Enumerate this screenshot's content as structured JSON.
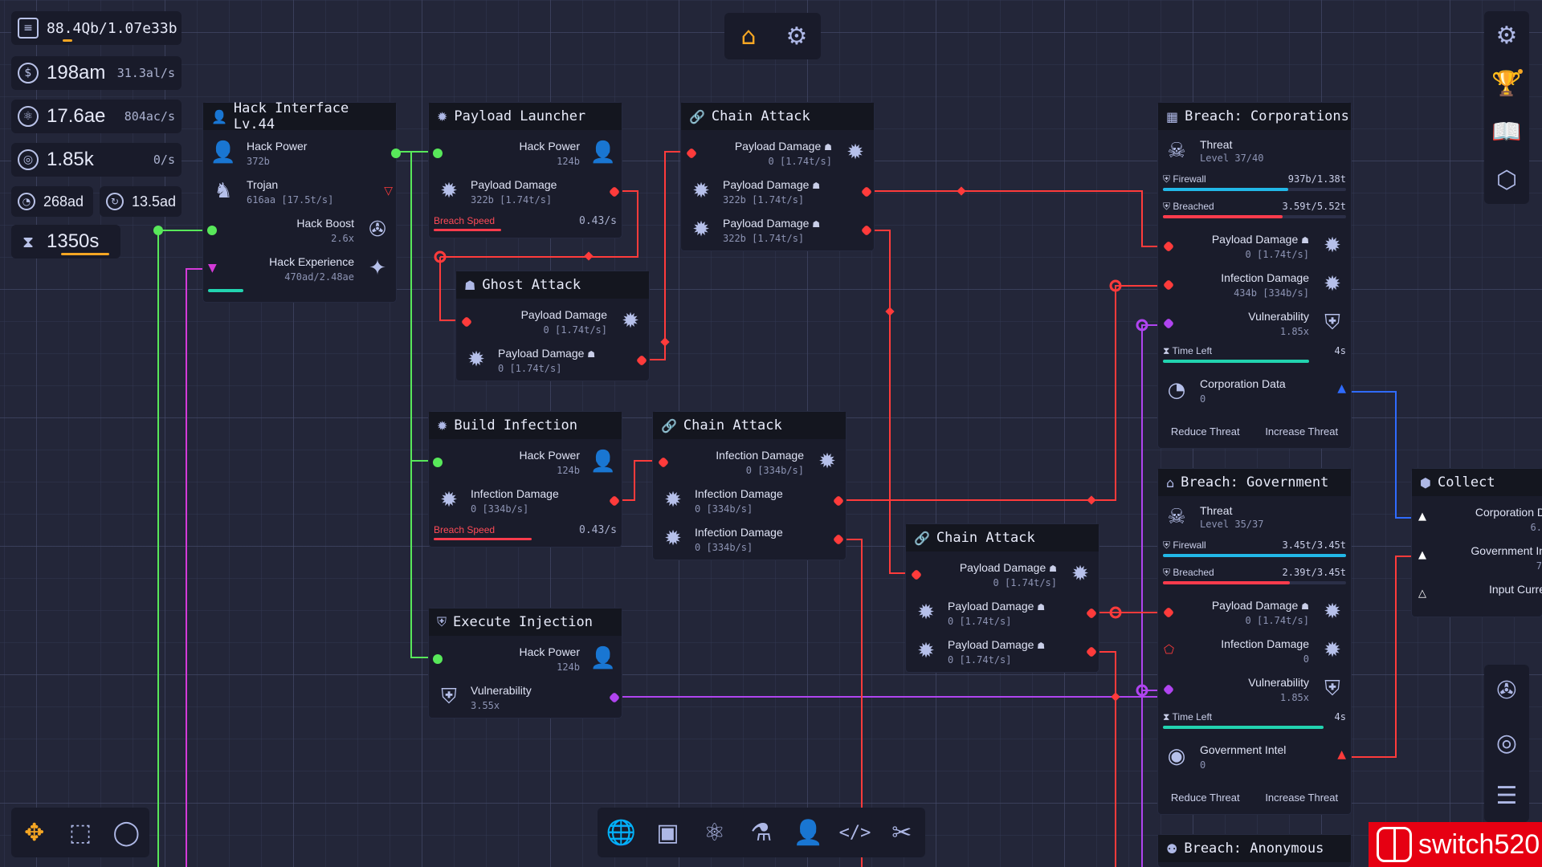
{
  "resources": {
    "data": {
      "value": "88.4Qb/1.07e33b",
      "icon": "database-icon",
      "progress_percent": 5
    },
    "money": {
      "value": "198am",
      "rate": "31.3al/s",
      "icon": "dollar-icon"
    },
    "cores": {
      "value": "17.6ae",
      "rate": "804ac/s",
      "icon": "atom-icon"
    },
    "targets": {
      "value": "1.85k",
      "rate": "0/s",
      "icon": "target-icon"
    },
    "small_a": {
      "value": "268ad",
      "icon": "pie-icon"
    },
    "small_b": {
      "value": "13.5ad",
      "icon": "cycle-icon"
    },
    "timer": {
      "value": "1350s",
      "icon": "hourglass-icon",
      "progress_percent": 75
    }
  },
  "nodes": {
    "hack_interface": {
      "title": "Hack Interface Lv.44",
      "rows": [
        {
          "label": "Hack Power",
          "sub": "372b"
        },
        {
          "label": "Trojan",
          "sub": "616aa [17.5t/s]"
        },
        {
          "label": "Hack Boost",
          "sub": "2.6x"
        },
        {
          "label": "Hack Experience",
          "sub": "470ad/2.48ae"
        }
      ],
      "xp_percent": 19
    },
    "payload_launcher": {
      "title": "Payload Launcher",
      "rows": [
        {
          "label": "Hack Power",
          "sub": "124b"
        },
        {
          "label": "Payload Damage",
          "sub": "322b [1.74t/s]"
        }
      ],
      "speed_label": "Breach Speed",
      "speed_value": "0.43/s",
      "speed_percent": 37
    },
    "chain_attack_1": {
      "title": "Chain Attack",
      "rows": [
        {
          "label": "Payload Damage",
          "sub": "0 [1.74t/s]"
        },
        {
          "label": "Payload Damage",
          "sub": "322b [1.74t/s]"
        },
        {
          "label": "Payload Damage",
          "sub": "322b [1.74t/s]"
        }
      ]
    },
    "ghost_attack": {
      "title": "Ghost Attack",
      "rows": [
        {
          "label": "Payload Damage",
          "sub": "0 [1.74t/s]"
        },
        {
          "label": "Payload Damage",
          "sub": "0 [1.74t/s]"
        }
      ]
    },
    "build_infection": {
      "title": "Build Infection",
      "rows": [
        {
          "label": "Hack Power",
          "sub": "124b"
        },
        {
          "label": "Infection Damage",
          "sub": "0 [334b/s]"
        }
      ],
      "speed_label": "Breach Speed",
      "speed_value": "0.43/s",
      "speed_percent": 54
    },
    "chain_attack_2": {
      "title": "Chain Attack",
      "rows": [
        {
          "label": "Infection Damage",
          "sub": "0 [334b/s]"
        },
        {
          "label": "Infection Damage",
          "sub": "0 [334b/s]"
        },
        {
          "label": "Infection Damage",
          "sub": "0 [334b/s]"
        }
      ]
    },
    "execute_injection": {
      "title": "Execute Injection",
      "rows": [
        {
          "label": "Hack Power",
          "sub": "124b"
        },
        {
          "label": "Vulnerability",
          "sub": "3.55x"
        }
      ]
    },
    "chain_attack_3": {
      "title": "Chain Attack",
      "rows": [
        {
          "label": "Payload Damage",
          "sub": "0 [1.74t/s]"
        },
        {
          "label": "Payload Damage",
          "sub": "0 [1.74t/s]"
        },
        {
          "label": "Payload Damage",
          "sub": "0 [1.74t/s]"
        }
      ]
    },
    "breach_corporations": {
      "title": "Breach: Corporations",
      "threat_label": "Threat",
      "threat_sub": "Level 37/40",
      "firewall_label": "Firewall",
      "firewall_value": "937b/1.38t",
      "firewall_percent": 68,
      "breached_label": "Breached",
      "breached_value": "3.59t/5.52t",
      "breached_percent": 65,
      "rows": [
        {
          "label": "Payload Damage",
          "sub": "0 [1.74t/s]"
        },
        {
          "label": "Infection Damage",
          "sub": "434b [334b/s]"
        },
        {
          "label": "Vulnerability",
          "sub": "1.85x"
        }
      ],
      "time_label": "Time Left",
      "time_value": "4s",
      "time_percent": 80,
      "output_label": "Corporation Data",
      "output_sub": "0",
      "reduce_label": "Reduce Threat",
      "increase_label": "Increase Threat"
    },
    "breach_government": {
      "title": "Breach: Government",
      "threat_label": "Threat",
      "threat_sub": "Level 35/37",
      "firewall_label": "Firewall",
      "firewall_value": "3.45t/3.45t",
      "firewall_percent": 100,
      "breached_label": "Breached",
      "breached_value": "2.39t/3.45t",
      "breached_percent": 69,
      "rows": [
        {
          "label": "Payload Damage",
          "sub": "0 [1.74t/s]"
        },
        {
          "label": "Infection Damage",
          "sub": "0"
        },
        {
          "label": "Vulnerability",
          "sub": "1.85x"
        }
      ],
      "time_label": "Time Left",
      "time_value": "4s",
      "time_percent": 88,
      "output_label": "Government Intel",
      "output_sub": "0",
      "reduce_label": "Reduce Threat",
      "increase_label": "Increase Threat"
    },
    "breach_anonymous": {
      "title": "Breach: Anonymous"
    },
    "collect": {
      "title": "Collect",
      "rows": [
        {
          "label": "Corporation D",
          "sub": "6."
        },
        {
          "label": "Government In",
          "sub": "7"
        },
        {
          "label": "Input Curre",
          "sub": ""
        }
      ]
    }
  },
  "colors": {
    "payload": "#ff3b3b",
    "hack": "#58e85a",
    "vulnerability": "#b044f0",
    "data_out": "#2f6bff",
    "accent": "#f5a623"
  },
  "top_toolbar": [
    "home-icon",
    "atom-settings-icon"
  ],
  "right_toolbar_top": [
    "gear-icon",
    "trophy-icon",
    "book-icon",
    "hexagon-icon"
  ],
  "right_toolbar_bottom": [
    "aperture-icon",
    "target-icon",
    "server-icon"
  ],
  "bottom_toolbar": [
    "globe-icon",
    "chip-icon",
    "atom-icon",
    "flask-icon",
    "user-icon",
    "code-icon",
    "tools-icon"
  ],
  "left_toolbar": [
    "move-icon",
    "select-icon",
    "circle-icon"
  ],
  "watermark": {
    "text": "switch520"
  }
}
